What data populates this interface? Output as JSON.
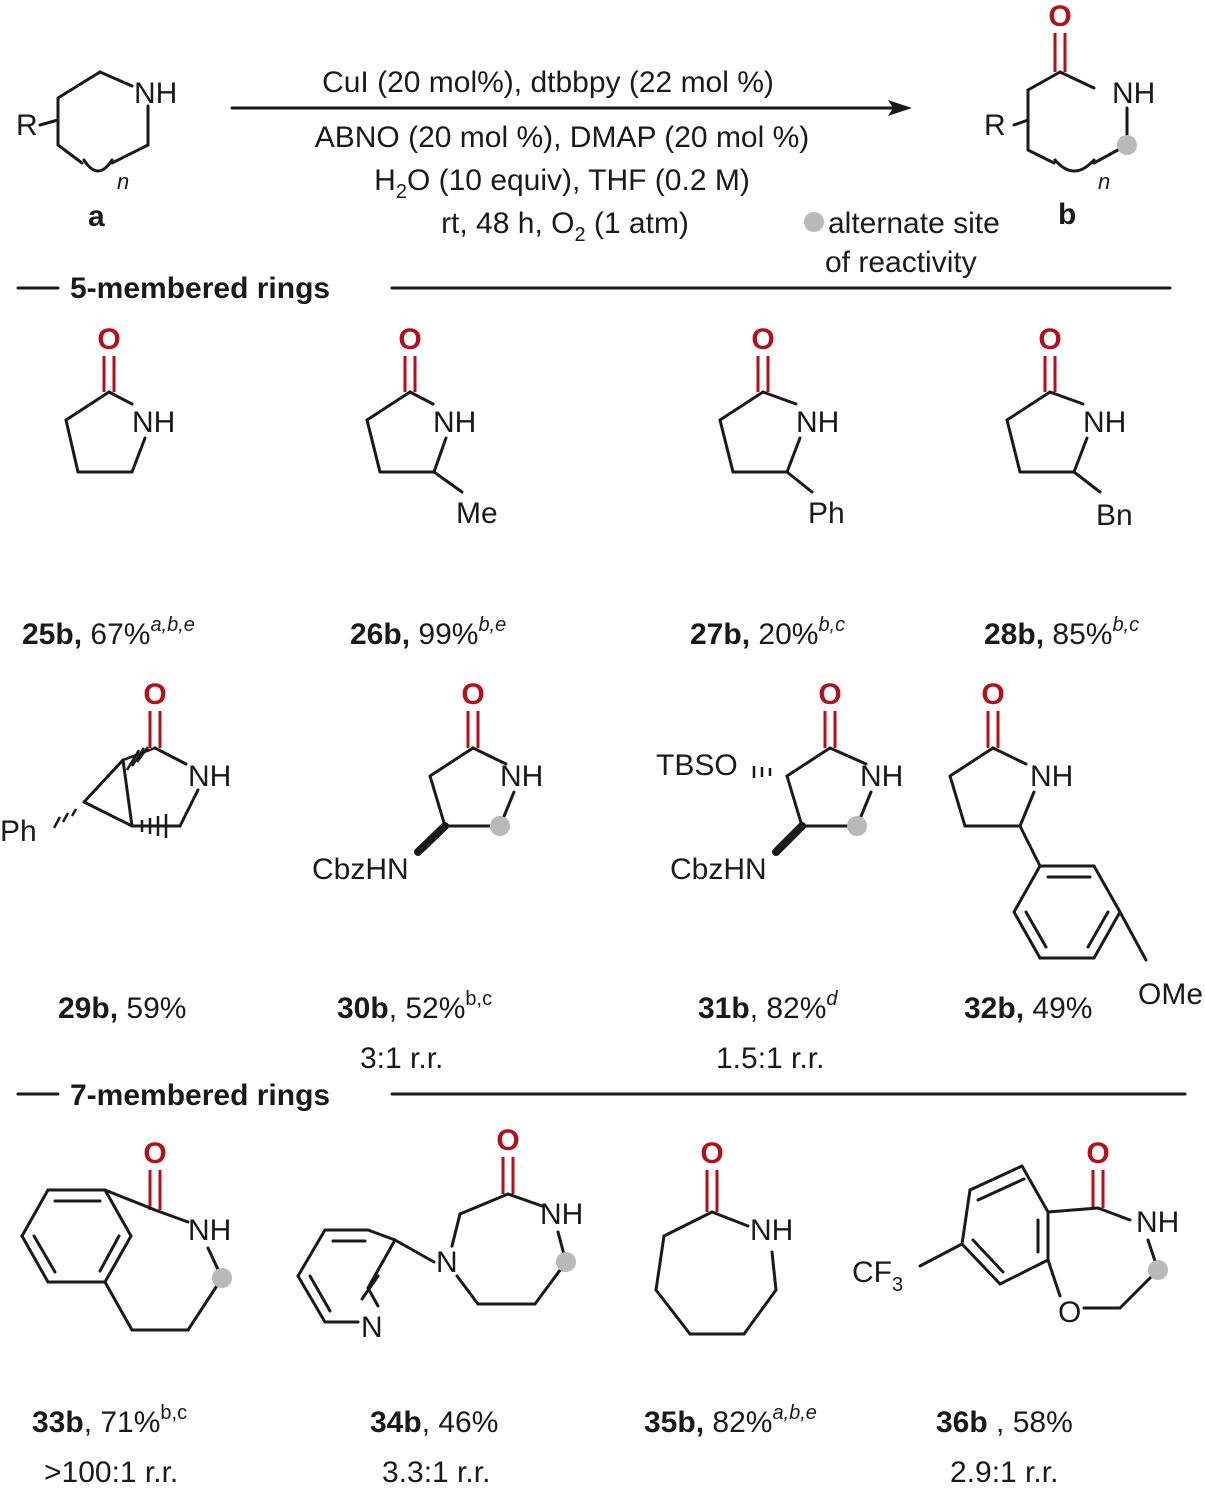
{
  "reaction": {
    "substrate_label": "a",
    "product_label": "b",
    "substituent": "R",
    "n_label": "n",
    "amine_label": "NH",
    "oxygen_label": "O",
    "conditions": {
      "line1": "CuI (20 mol%), dtbbpy (22 mol %)",
      "line2": "ABNO (20 mol %), DMAP (20 mol %)",
      "line3a": "H",
      "line3a_sub": "2",
      "line3b": "O (10 equiv), THF (0.2 M)",
      "line4a": "rt, 48 h, O",
      "line4a_sub": "2",
      "line4b": " (1 atm)"
    },
    "legend_line1": "alternate site",
    "legend_line2": "of reactivity",
    "colors": {
      "oxygen": "#b0121b",
      "alternate_site_dot": "#b9b9b9"
    }
  },
  "sections": {
    "five": "5-membered rings",
    "seven": "7-membered rings"
  },
  "compounds": [
    {
      "id": "25b",
      "yield": "67%",
      "notes": "a,b,e"
    },
    {
      "id": "26b",
      "yield": "99%",
      "notes": "b,e",
      "substituent": "Me"
    },
    {
      "id": "27b",
      "yield": "20%",
      "notes": "b,c",
      "substituent": "Ph"
    },
    {
      "id": "28b",
      "yield": "85%",
      "notes": "b,c",
      "substituent": "Bn"
    },
    {
      "id": "29b",
      "yield": "59%",
      "substituent": "Ph"
    },
    {
      "id": "30b",
      "yield": "52%",
      "notes": "b,c",
      "rr": "3:1 r.r.",
      "substituent": "CbzHN"
    },
    {
      "id": "31b",
      "yield": "82%",
      "notes": "d",
      "rr": "1.5:1 r.r.",
      "substituent": "CbzHN",
      "substituent2": "TBSO"
    },
    {
      "id": "32b",
      "yield": "49%",
      "substituent": "OMe"
    },
    {
      "id": "33b",
      "yield": "71%",
      "notes": "b,c",
      "rr": ">100:1 r.r."
    },
    {
      "id": "34b",
      "yield": "46%",
      "rr": "3.3:1 r.r.",
      "ring_n": "N",
      "pyridine_n": "N"
    },
    {
      "id": "35b",
      "yield": "82%",
      "notes": "a,b,e"
    },
    {
      "id": "36b",
      "yield": "58%",
      "rr": "2.9:1 r.r.",
      "substituent": "CF",
      "substituent_sub": "3",
      "ring_o": "O"
    }
  ]
}
